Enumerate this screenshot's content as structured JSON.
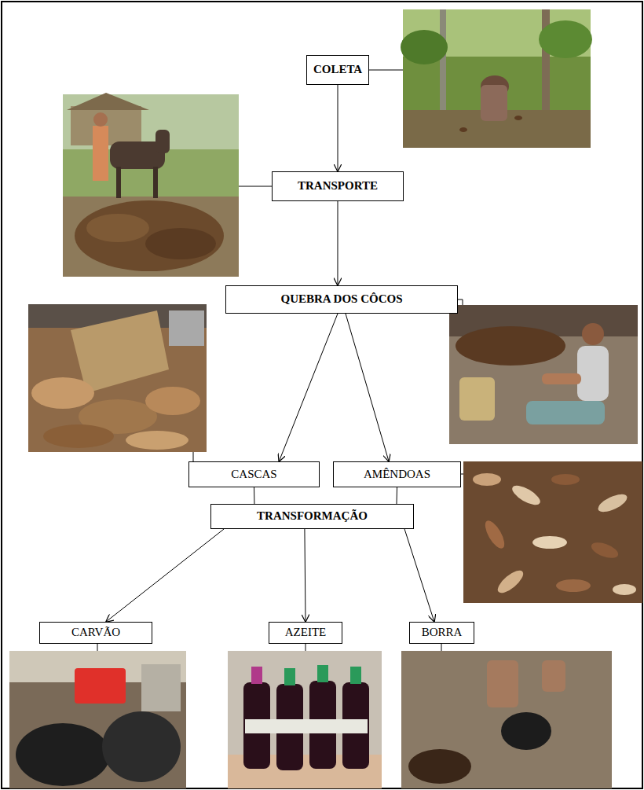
{
  "diagram": {
    "nodes": [
      {
        "text": [
          "COLETA"
        ]
      },
      {
        "text": [
          "TRANSPORTE"
        ]
      },
      {
        "text": [
          "QUEBRA DOS CÔCOS"
        ]
      },
      {
        "text": [
          "CASCAS"
        ]
      },
      {
        "text": [
          "AMÊNDOAS"
        ]
      },
      {
        "text": [
          "TRANSFORMAÇÃO"
        ]
      },
      {
        "text": [
          "CARVÃO"
        ]
      },
      {
        "text": [
          "AZEITE"
        ]
      },
      {
        "text": [
          "BORRA"
        ]
      }
    ],
    "edges": [
      {
        "from": 0,
        "to": 1,
        "arrow": "to"
      },
      {
        "from": 1,
        "to": 2,
        "arrow": "to"
      },
      {
        "from": 2,
        "to": 3,
        "arrow": "to"
      },
      {
        "from": 2,
        "to": 4,
        "arrow": "to"
      },
      {
        "from": 3,
        "to": 5,
        "arrow": "none"
      },
      {
        "from": 4,
        "to": 5,
        "arrow": "none"
      },
      {
        "from": 5,
        "to": 6,
        "arrow": "to"
      },
      {
        "from": 5,
        "to": 7,
        "arrow": "to"
      },
      {
        "from": 5,
        "to": 8,
        "arrow": "to"
      }
    ]
  }
}
